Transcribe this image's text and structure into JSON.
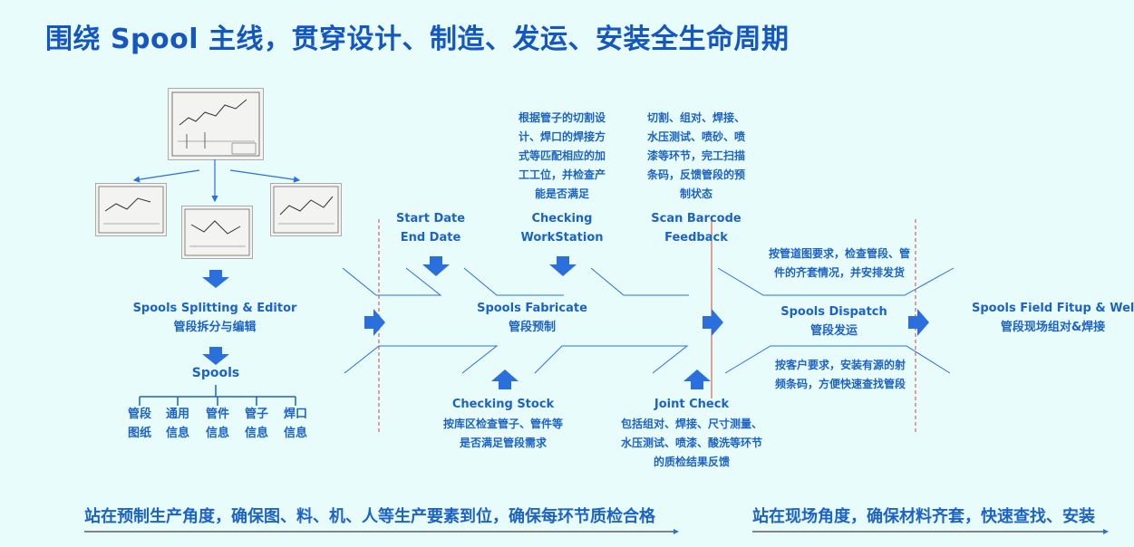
{
  "title": "围绕 Spool 主线，贯穿设计、制造、发运、安装全生命周期",
  "stages": {
    "editor": {
      "en": "Spools Splitting & Editor",
      "zh": "管段拆分与编辑"
    },
    "fabricate": {
      "en": "Spools Fabricate",
      "zh": "管段预制"
    },
    "dispatch": {
      "en": "Spools Dispatch",
      "zh": "管段发运"
    },
    "field": {
      "en": "Spools Field Fitup & Welding",
      "zh": "管段现场组对&焊接"
    }
  },
  "spools": {
    "label": "Spools",
    "items": [
      {
        "l1": "管段",
        "l2": "图纸"
      },
      {
        "l1": "通用",
        "l2": "信息"
      },
      {
        "l1": "管件",
        "l2": "信息"
      },
      {
        "l1": "管子",
        "l2": "信息"
      },
      {
        "l1": "焊口",
        "l2": "信息"
      }
    ]
  },
  "inputs": {
    "dates": {
      "l1": "Start Date",
      "l2": "End Date"
    },
    "workstation": {
      "l1": "Checking",
      "l2": "WorkStation",
      "desc": [
        "根据管子的切割设",
        "计、焊口的焊接方",
        "式等匹配相应的加",
        "工工位，并检查产",
        "能是否满足"
      ]
    },
    "barcode": {
      "l1": "Scan Barcode",
      "l2": "Feedback",
      "desc": [
        "切割、组对、焊接、",
        "水压测试、喷砂、喷",
        "漆等环节，完工扫描",
        "条码，反馈管段的预",
        "制状态"
      ]
    },
    "stock": {
      "label": "Checking Stock",
      "desc": [
        "按库区检查管子、管件等",
        "是否满足管段需求"
      ]
    },
    "joint": {
      "label": "Joint Check",
      "desc": [
        "包括组对、焊接、尺寸测量、",
        "水压测试、喷漆、酸洗等环节",
        "的质检结果反馈"
      ]
    },
    "dispatch_top": [
      "按管道图要求，检查管段、管",
      "件的齐套情况，并安排发货"
    ],
    "dispatch_bottom": [
      "按客户要求，安装有源的射",
      "频条码，方便快速查找管段"
    ]
  },
  "bottom": {
    "left": "站在预制生产角度，确保图、料、机、人等生产要素到位，确保每环节质检合格",
    "right": "站在现场角度，确保材料齐套，快速查找、安装"
  },
  "colors": {
    "background": "#e8fcfc",
    "accent": "#1d63c4",
    "arrow": "#2a6fdc",
    "divider": "#d9452b"
  }
}
